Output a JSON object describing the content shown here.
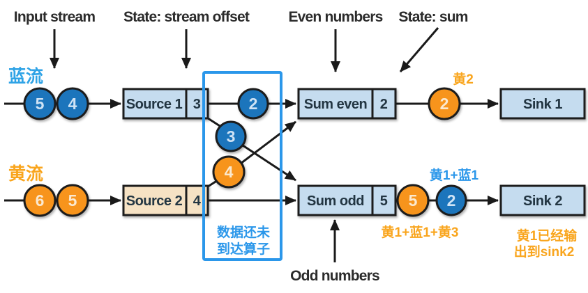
{
  "palette": {
    "outline": "#1a1a1a",
    "label_dark": "#2b2b2b",
    "circle_blue": "#1b75bc",
    "circle_orange": "#f7941e",
    "digit_blue": "#cfe3f5",
    "digit_orange": "#fbe9cf",
    "box_blue": "#c5dcef",
    "box_tan": "#f6e2c4",
    "box_text": "#243642",
    "highlight_blue": "#2b97ea",
    "anno_blue": "#2b97ea",
    "anno_orange": "#f9a51d"
  },
  "top_labels": {
    "input_stream": "Input stream",
    "state_stream_offset": "State: stream offset",
    "even_numbers": "Even numbers",
    "state_sum": "State: sum"
  },
  "bottom_labels": {
    "odd_numbers": "Odd numbers"
  },
  "stream_labels": {
    "blue_stream": "蓝流",
    "yellow_stream": "黄流"
  },
  "nodes": {
    "source1": {
      "label": "Source 1",
      "state": "3"
    },
    "source2": {
      "label": "Source 2",
      "state": "4"
    },
    "sum_even": {
      "label": "Sum even",
      "state": "2"
    },
    "sum_odd": {
      "label": "Sum odd",
      "state": "5"
    },
    "sink1": {
      "label": "Sink 1"
    },
    "sink2": {
      "label": "Sink 2"
    }
  },
  "records": {
    "blue_in_a": "5",
    "blue_in_b": "4",
    "yellow_in_a": "6",
    "yellow_in_b": "5",
    "mid_blue_even": "2",
    "mid_blue_odd": "3",
    "mid_orange_even": "4",
    "out_orange_even": "2",
    "out_orange_odd": "5",
    "out_blue_odd": "2"
  },
  "annotations": {
    "huang2": "黄2",
    "huang1_lan1": "黄1+蓝1",
    "huang1_lan1_huang3": "黄1+蓝1+黄3",
    "pending_line1": "数据还未",
    "pending_line2": "到达算子",
    "sink2_note_line1": "黄1已经输",
    "sink2_note_line2": "出到sink2"
  }
}
